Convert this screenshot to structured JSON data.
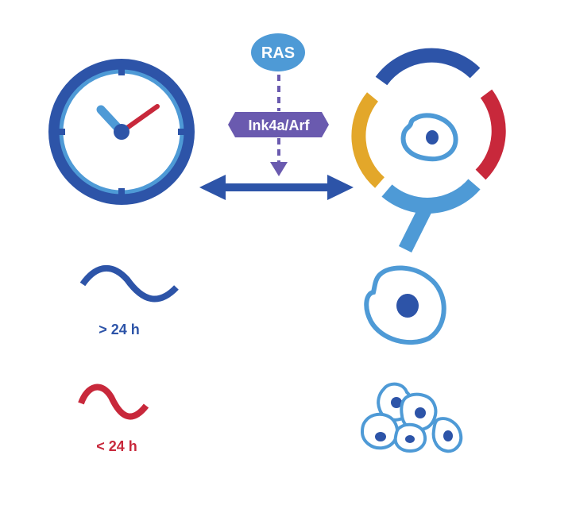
{
  "colors": {
    "dark_blue": "#2d54a8",
    "light_blue": "#4e9ad6",
    "red": "#c8283b",
    "yellow": "#e3a72a",
    "purple": "#6a5aaf",
    "white": "#ffffff"
  },
  "nodes": {
    "ras": {
      "label": "RAS"
    },
    "ink4a_arf": {
      "label": "Ink4a/Arf"
    }
  },
  "icons": {
    "clock": "clock-icon",
    "cell_cycle": "cell-cycle-magnifier-icon",
    "single_cell": "single-cell-icon",
    "cell_cluster": "cell-cluster-icon",
    "slow_wave": "sine-wave-icon",
    "fast_wave": "sine-wave-icon"
  },
  "rhythms": {
    "long": {
      "label": "> 24 h"
    },
    "short": {
      "label": "< 24 h"
    }
  }
}
